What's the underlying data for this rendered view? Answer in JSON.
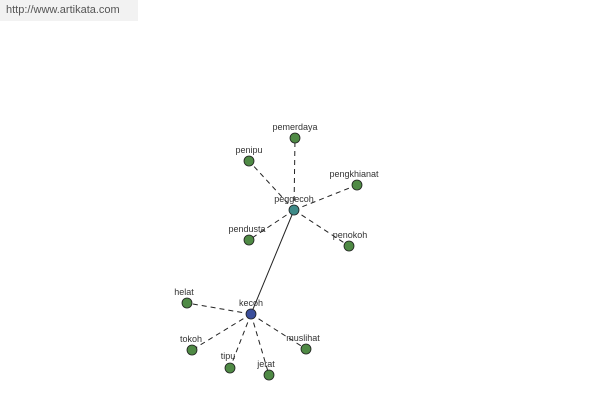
{
  "header": {
    "url": "http://www.artikata.com"
  },
  "colors": {
    "leaf": "#4f8a45",
    "hub": "#3e8a88",
    "center": "#3b4f9c",
    "edge": "#222222"
  },
  "graph": {
    "nodes": [
      {
        "id": "peggecoh",
        "label": "peggecoh",
        "kind": "hub"
      },
      {
        "id": "kecoh",
        "label": "kecoh",
        "kind": "center"
      },
      {
        "id": "pemerdaya",
        "label": "pemerdaya",
        "kind": "leaf"
      },
      {
        "id": "penipu",
        "label": "penipu",
        "kind": "leaf"
      },
      {
        "id": "pengkhianat",
        "label": "pengkhianat",
        "kind": "leaf"
      },
      {
        "id": "pendusta",
        "label": "pendusta",
        "kind": "leaf"
      },
      {
        "id": "penokoh",
        "label": "penokoh",
        "kind": "leaf"
      },
      {
        "id": "helat",
        "label": "helat",
        "kind": "leaf"
      },
      {
        "id": "tokoh",
        "label": "tokoh",
        "kind": "leaf"
      },
      {
        "id": "tipu",
        "label": "tipu",
        "kind": "leaf"
      },
      {
        "id": "jerat",
        "label": "jerat",
        "kind": "leaf"
      },
      {
        "id": "muslihat",
        "label": "muslihat",
        "kind": "leaf"
      }
    ],
    "edges": [
      {
        "from": "peggecoh",
        "to": "kecoh",
        "style": "solid"
      },
      {
        "from": "peggecoh",
        "to": "pemerdaya",
        "style": "dashed"
      },
      {
        "from": "peggecoh",
        "to": "penipu",
        "style": "dashed"
      },
      {
        "from": "peggecoh",
        "to": "pengkhianat",
        "style": "dashed"
      },
      {
        "from": "peggecoh",
        "to": "pendusta",
        "style": "dashed"
      },
      {
        "from": "peggecoh",
        "to": "penokoh",
        "style": "dashed"
      },
      {
        "from": "kecoh",
        "to": "helat",
        "style": "dashed"
      },
      {
        "from": "kecoh",
        "to": "tokoh",
        "style": "dashed"
      },
      {
        "from": "kecoh",
        "to": "tipu",
        "style": "dashed"
      },
      {
        "from": "kecoh",
        "to": "jerat",
        "style": "dashed"
      },
      {
        "from": "kecoh",
        "to": "muslihat",
        "style": "dashed"
      }
    ]
  }
}
